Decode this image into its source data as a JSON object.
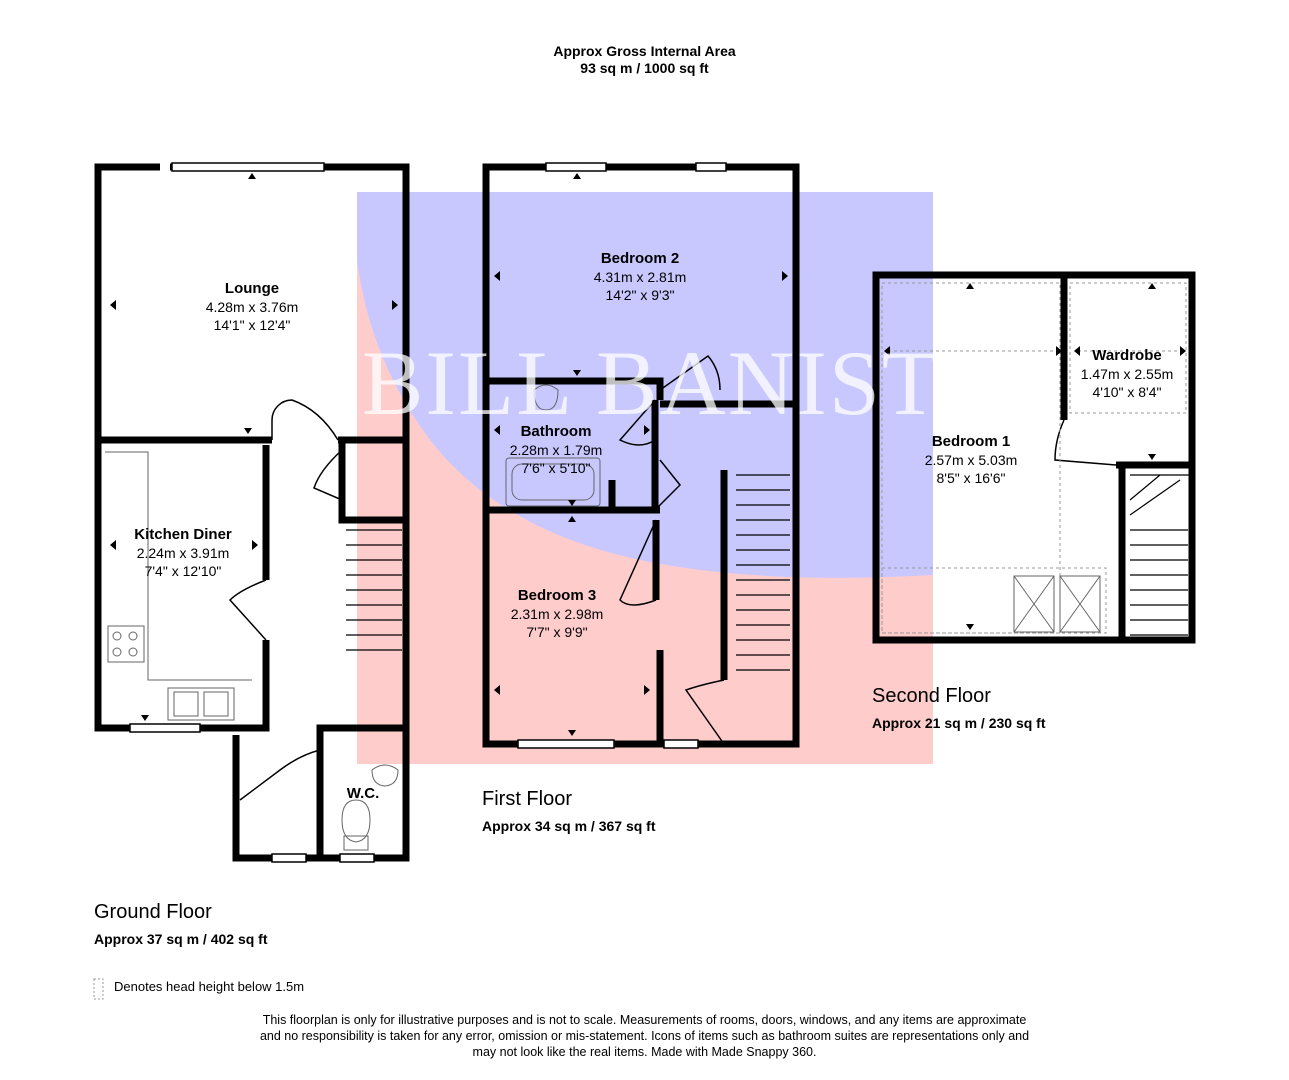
{
  "header": {
    "line1": "Approx Gross Internal Area",
    "line2": "93 sq m / 1000 sq ft"
  },
  "floors": {
    "ground": {
      "name": "Ground Floor",
      "area": "Approx 37 sq m / 402 sq ft"
    },
    "first": {
      "name": "First Floor",
      "area": "Approx 34 sq m / 367 sq ft"
    },
    "second": {
      "name": "Second Floor",
      "area": "Approx 21 sq m / 230 sq ft"
    }
  },
  "rooms": {
    "lounge": {
      "name": "Lounge",
      "metric": "4.28m x 3.76m",
      "imperial": "14'1\" x 12'4\""
    },
    "kitchen": {
      "name": "Kitchen Diner",
      "metric": "2.24m x 3.91m",
      "imperial": "7'4\" x 12'10\""
    },
    "wc": {
      "name": "W.C."
    },
    "bedroom2": {
      "name": "Bedroom 2",
      "metric": "4.31m x 2.81m",
      "imperial": "14'2\" x 9'3\""
    },
    "bathroom": {
      "name": "Bathroom",
      "metric": "2.28m x 1.79m",
      "imperial": "7'6\" x 5'10\""
    },
    "bedroom3": {
      "name": "Bedroom 3",
      "metric": "2.31m x 2.98m",
      "imperial": "7'7\" x 9'9\""
    },
    "bedroom1": {
      "name": "Bedroom 1",
      "metric": "2.57m x 5.03m",
      "imperial": "8'5\" x 16'6\""
    },
    "wardrobe": {
      "name": "Wardrobe",
      "metric": "1.47m x 2.55m",
      "imperial": "4'10\" x 8'4\""
    }
  },
  "legend": {
    "text": "Denotes head height below 1.5m"
  },
  "disclaimer": {
    "line1": "This floorplan is only for illustrative purposes and is not to scale. Measurements of rooms, doors, windows, and any items are approximate",
    "line2": "and no responsibility is taken for any error, omission or mis-statement. Icons of items such as bathroom suites are representations only and",
    "line3": "may not look like the real items. Made with Made Snappy 360."
  },
  "watermark": {
    "text": "BILL BANISTER",
    "colors": {
      "blue": "#c8c8ff",
      "pink": "#ffcccc"
    }
  }
}
